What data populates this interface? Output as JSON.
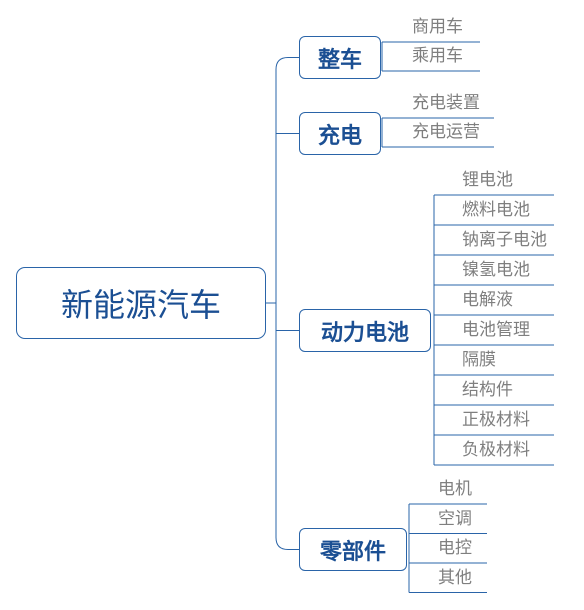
{
  "root": {
    "label": "新能源汽车"
  },
  "branches": [
    {
      "id": "zhengche",
      "label": "整车",
      "items": [
        "商用车",
        "乘用车"
      ]
    },
    {
      "id": "chongdian",
      "label": "充电",
      "items": [
        "充电装置",
        "充电运营"
      ]
    },
    {
      "id": "dongli",
      "label": "动力电池",
      "items": [
        "锂电池",
        "燃料电池",
        "钠离子电池",
        "镍氢电池",
        "电解液",
        "电池管理",
        "隔膜",
        "结构件",
        "正极材料",
        "负极材料"
      ]
    },
    {
      "id": "lingbujian",
      "label": "零部件",
      "items": [
        "电机",
        "空调",
        "电控",
        "其他"
      ]
    }
  ],
  "colors": {
    "line": "#2a64a8",
    "node_text": "#1b4f93",
    "leaf_text": "#7f7f7f"
  }
}
